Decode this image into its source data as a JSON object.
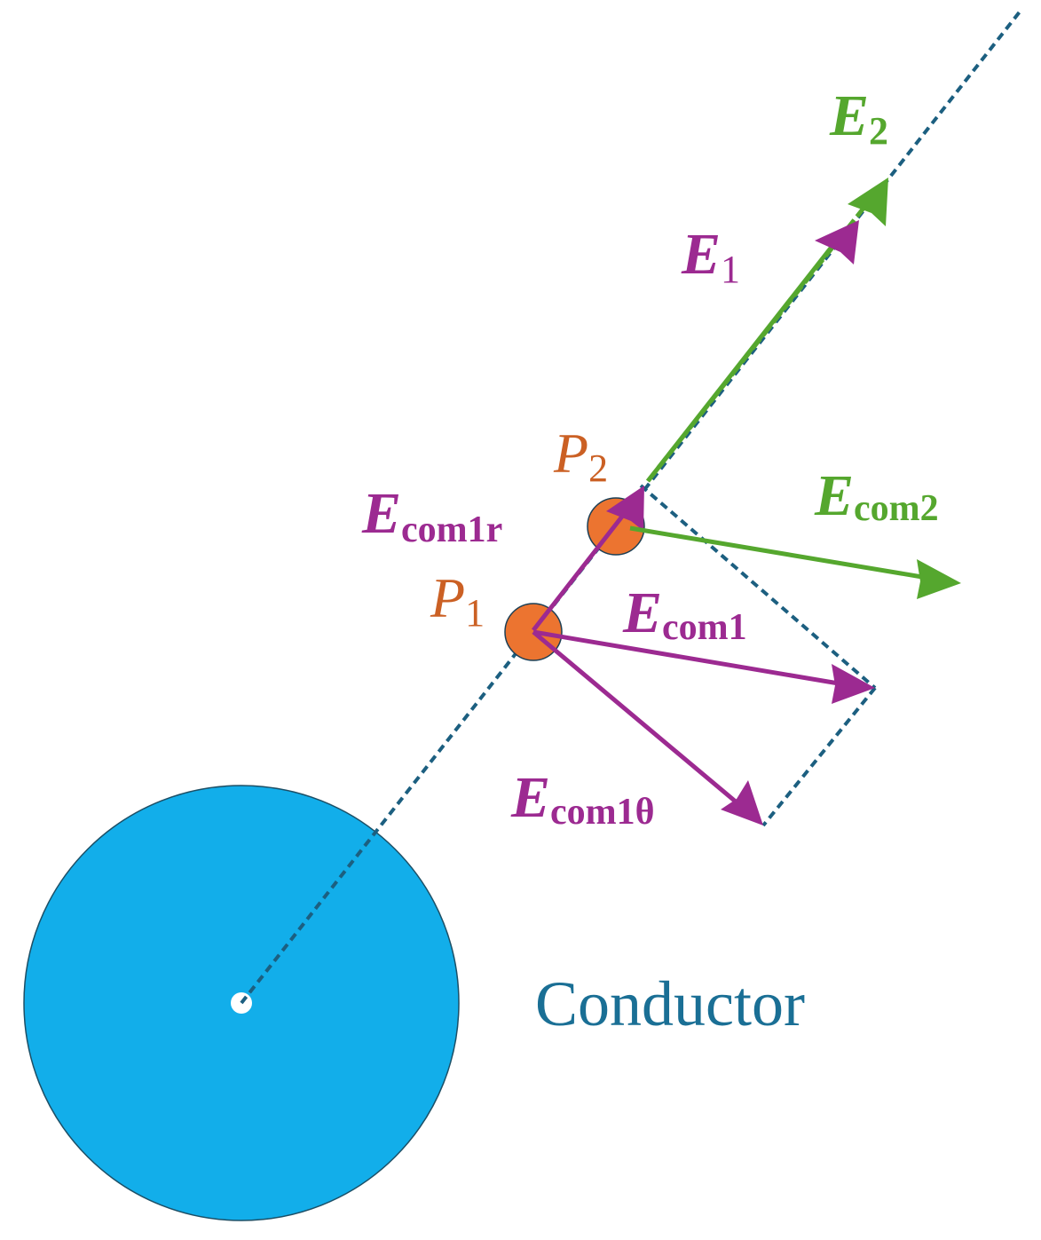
{
  "colors": {
    "conductor": "#12aeea",
    "conductor_text": "#1a6f95",
    "radial_line": "#1c5f80",
    "point": "#ec7430",
    "purple": "#9c2a91",
    "green": "#55a72e"
  },
  "labels": {
    "e2": {
      "main": "E",
      "sub": "2"
    },
    "e1": {
      "main": "E",
      "sub": "1"
    },
    "p2": {
      "main": "P",
      "sub": "2"
    },
    "p1": {
      "main": "P",
      "sub": "1"
    },
    "ecom1r": {
      "main": "E",
      "sub": "com1r"
    },
    "ecom2": {
      "main": "E",
      "sub": "com2"
    },
    "ecom1": {
      "main": "E",
      "sub": "com1"
    },
    "ecom1theta": {
      "main": "E",
      "sub": "com1θ"
    },
    "conductor": "Conductor"
  }
}
